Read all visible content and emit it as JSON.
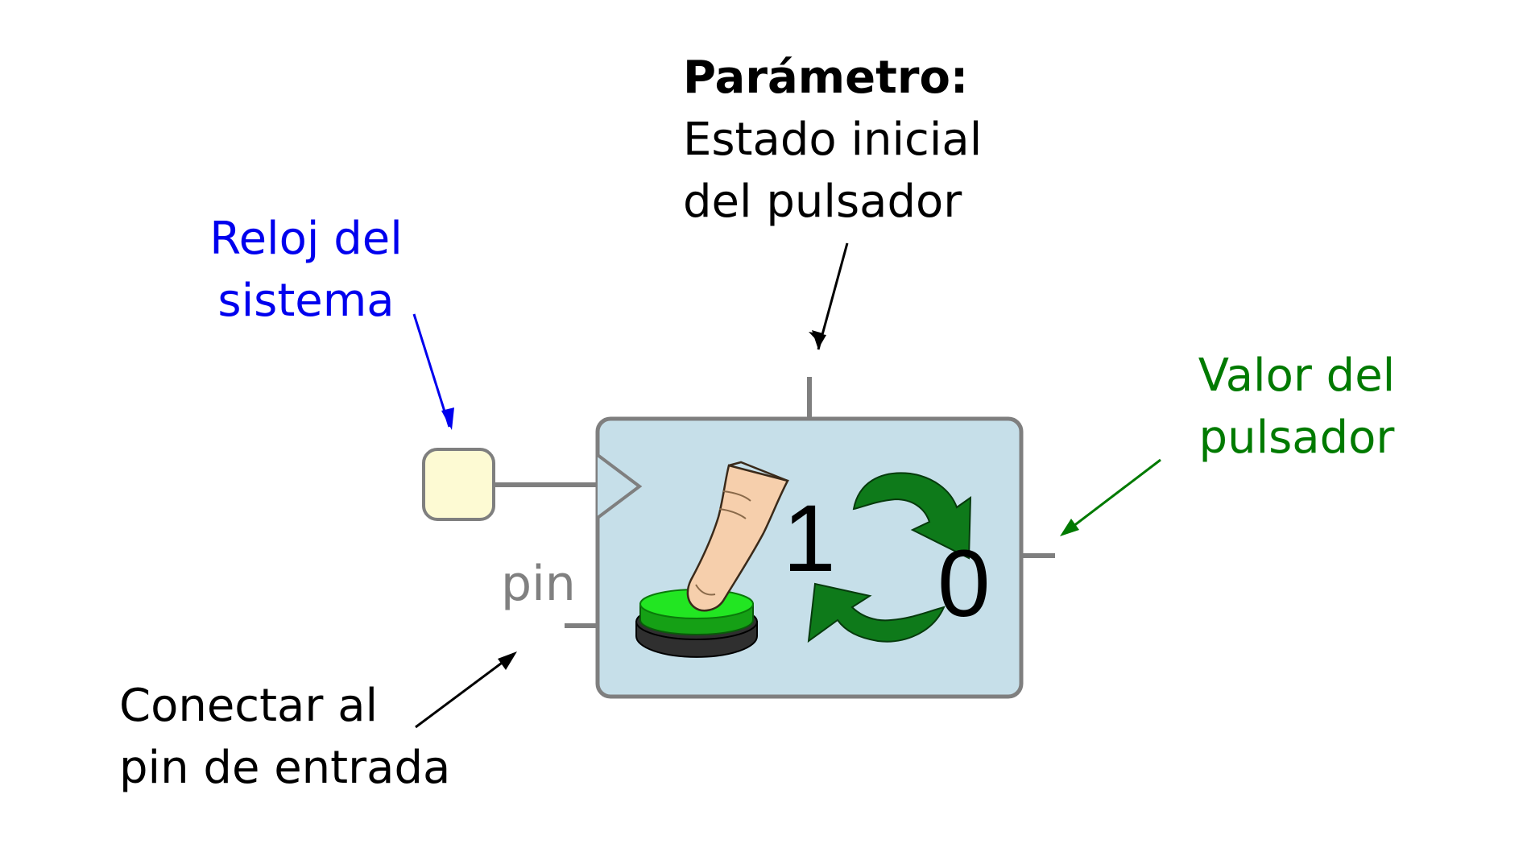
{
  "parameter": {
    "title": "Parámetro:",
    "line1": "Estado inicial",
    "line2": "del pulsador"
  },
  "clock": {
    "line1": "Reloj del",
    "line2": "sistema"
  },
  "output": {
    "line1": "Valor del",
    "line2": "pulsador"
  },
  "input": {
    "line1": "Conectar al",
    "line2": "pin de entrada",
    "port_label": "pin"
  },
  "icon": {
    "digit_one": "1",
    "digit_zero": "0"
  },
  "colors": {
    "block_fill": "#c6dfe9",
    "block_border": "#7f7f7f",
    "clock_box_fill": "#fdfad3",
    "clock_color": "#0000ee",
    "output_color": "#007a00",
    "arrow_green": "#0e7a1a",
    "button_green": "#22e622"
  },
  "icons": [
    "finger-icon",
    "push-button-icon",
    "toggle-arrows-icon"
  ]
}
